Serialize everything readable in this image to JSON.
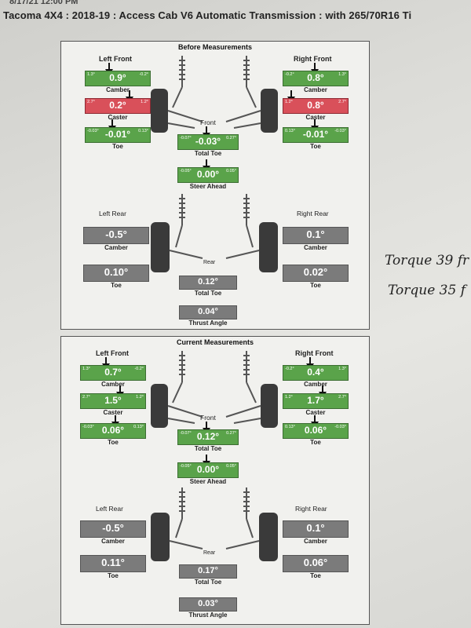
{
  "datetime": "8/17/21 12:00 PM",
  "header": "Tacoma 4X4 : 2018-19 : Access Cab V6 Automatic Transmission : with 265/70R16 Ti",
  "before": {
    "title": "Before Measurements",
    "left_front": {
      "label": "Left Front",
      "camber": {
        "min": "1.3°",
        "max": "-0.2°",
        "value": "0.9°",
        "label": "Camber"
      },
      "caster": {
        "min": "2.7°",
        "max": "1.2°",
        "value": "0.2°",
        "label": "Caster"
      },
      "toe": {
        "min": "-0.03°",
        "max": "0.13°",
        "value": "-0.01°",
        "label": "Toe"
      }
    },
    "right_front": {
      "label": "Right Front",
      "camber": {
        "min": "-0.2°",
        "max": "1.3°",
        "value": "0.8°",
        "label": "Camber"
      },
      "caster": {
        "min": "1.2°",
        "max": "2.7°",
        "value": "0.8°",
        "label": "Caster"
      },
      "toe": {
        "min": "0.13°",
        "max": "-0.03°",
        "value": "-0.01°",
        "label": "Toe"
      }
    },
    "front_label": "Front",
    "total_toe": {
      "min": "-0.07°",
      "max": "0.27°",
      "value": "-0.03°",
      "label": "Total Toe"
    },
    "steer_ahead": {
      "min": "-0.05°",
      "max": "0.05°",
      "value": "0.00°",
      "label": "Steer Ahead"
    },
    "left_rear": {
      "label": "Left Rear",
      "camber": {
        "value": "-0.5°",
        "label": "Camber"
      },
      "toe": {
        "value": "0.10°",
        "label": "Toe"
      }
    },
    "right_rear": {
      "label": "Right Rear",
      "camber": {
        "value": "0.1°",
        "label": "Camber"
      },
      "toe": {
        "value": "0.02°",
        "label": "Toe"
      }
    },
    "rear_label": "Rear",
    "rear_total_toe": {
      "value": "0.12°",
      "label": "Total Toe"
    },
    "thrust_angle": {
      "value": "0.04°",
      "label": "Thrust Angle"
    }
  },
  "current": {
    "title": "Current Measurements",
    "left_front": {
      "label": "Left Front",
      "camber": {
        "min": "1.3°",
        "max": "-0.2°",
        "value": "0.7°",
        "label": "Camber"
      },
      "caster": {
        "min": "2.7°",
        "max": "1.2°",
        "value": "1.5°",
        "label": "Caster"
      },
      "toe": {
        "min": "-0.03°",
        "max": "0.13°",
        "value": "0.06°",
        "label": "Toe"
      }
    },
    "right_front": {
      "label": "Right Front",
      "camber": {
        "min": "-0.2°",
        "max": "1.3°",
        "value": "0.4°",
        "label": "Camber"
      },
      "caster": {
        "min": "1.2°",
        "max": "2.7°",
        "value": "1.7°",
        "label": "Caster"
      },
      "toe": {
        "min": "0.13°",
        "max": "-0.03°",
        "value": "0.06°",
        "label": "Toe"
      }
    },
    "front_label": "Front",
    "total_toe": {
      "min": "-0.07°",
      "max": "0.27°",
      "value": "0.12°",
      "label": "Total Toe"
    },
    "steer_ahead": {
      "min": "-0.05°",
      "max": "0.05°",
      "value": "0.00°",
      "label": "Steer Ahead"
    },
    "left_rear": {
      "label": "Left Rear",
      "camber": {
        "value": "-0.5°",
        "label": "Camber"
      },
      "toe": {
        "value": "0.11°",
        "label": "Toe"
      }
    },
    "right_rear": {
      "label": "Right Rear",
      "camber": {
        "value": "0.1°",
        "label": "Camber"
      },
      "toe": {
        "value": "0.06°",
        "label": "Toe"
      }
    },
    "rear_label": "Rear",
    "rear_total_toe": {
      "value": "0.17°",
      "label": "Total Toe"
    },
    "thrust_angle": {
      "value": "0.03°",
      "label": "Thrust Angle"
    }
  },
  "notes": {
    "line1": "Torque 39 fr",
    "line2": "Torque 35 f"
  },
  "colors": {
    "in_spec": "#5aa34a",
    "out_of_spec": "#d9505a",
    "rear_gauge": "#7b7b7b"
  }
}
